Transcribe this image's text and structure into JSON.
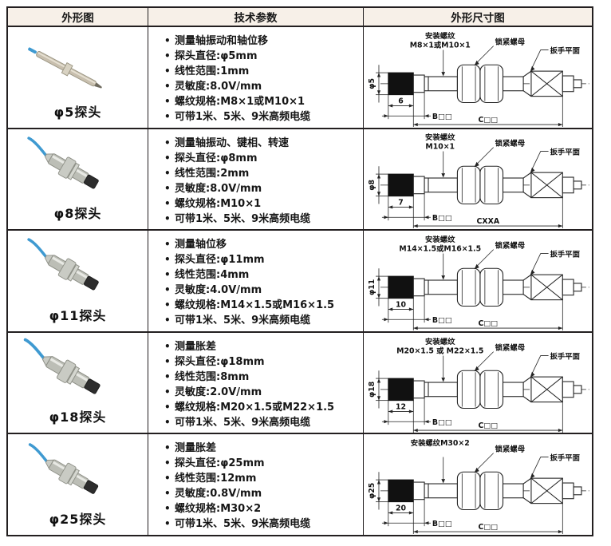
{
  "bullet": "•",
  "header": {
    "appearance": "外形图",
    "tech_params": "技术参数",
    "dimensions": "外形尺寸图"
  },
  "colors": {
    "header_bg": "#f7f0e8",
    "border": "#231f20",
    "cable_blue": "#3f9ad1",
    "text": "#161616"
  },
  "rows": [
    {
      "label": "φ5探头",
      "specs": [
        "测量轴振动和轴位移",
        "探头直径:φ5mm",
        "线性范围:1mm",
        "灵敏度:8.0V/mm",
        "螺纹规格:M8×1或M10×1",
        "可带1米、5米、9米高频电缆"
      ],
      "diagram": {
        "thread_label_line1": "安装螺纹",
        "thread_label_line2": "M8×1或M10×1",
        "locknut_label": "锁紧螺母",
        "wrench_label": "扳手平面",
        "diameter_label": "φ5",
        "tip_length": "6",
        "dim_b": "B□□",
        "dim_c": "C□□"
      }
    },
    {
      "label": "φ8探头",
      "specs": [
        "测量轴振动、键相、转速",
        "探头直径:φ8mm",
        "线性范围:2mm",
        "灵敏度:8.0V/mm",
        "螺纹规格:M10×1",
        "可带1米、5米、9米高频电缆"
      ],
      "diagram": {
        "thread_label_line1": "安装螺纹",
        "thread_label_line2": "M10×1",
        "locknut_label": "锁紧螺母",
        "wrench_label": "扳手平面",
        "diameter_label": "φ8",
        "tip_length": "7",
        "dim_b": "B□□",
        "dim_c": "CXXA"
      }
    },
    {
      "label": "φ11探头",
      "specs": [
        "测量轴位移",
        "探头直径:φ11mm",
        "线性范围:4mm",
        "灵敏度:4.0V/mm",
        "螺纹规格:M14×1.5或M16×1.5",
        "可带1米、5米、9米高频电缆"
      ],
      "diagram": {
        "thread_label_line1": "安装螺纹",
        "thread_label_line2": "M14×1.5或M16×1.5",
        "locknut_label": "锁紧螺母",
        "wrench_label": "扳手平面",
        "diameter_label": "φ11",
        "tip_length": "10",
        "dim_b": "B□□",
        "dim_c": "C□□"
      }
    },
    {
      "label": "φ18探头",
      "specs": [
        "测量胀差",
        "探头直径:φ18mm",
        "线性范围:8mm",
        "灵敏度:2.0V/mm",
        "螺纹规格:M20×1.5或M22×1.5",
        "可带1米、5米、9米高频电缆"
      ],
      "diagram": {
        "thread_label_line1": "安装螺纹",
        "thread_label_line2": "M20×1.5 或 M22×1.5",
        "locknut_label": "锁紧螺母",
        "wrench_label": "扳手平面",
        "diameter_label": "φ18",
        "tip_length": "12",
        "dim_b": "B□□",
        "dim_c": "C□□"
      }
    },
    {
      "label": "φ25探头",
      "specs": [
        "测量胀差",
        "探头直径:φ25mm",
        "线性范围:12mm",
        "灵敏度:0.8V/mm",
        "螺纹规格:M30×2",
        "可带1米、5米、9米高频电缆"
      ],
      "diagram": {
        "thread_label_line1": "安装螺纹M30×2",
        "thread_label_line2": "",
        "locknut_label": "锁紧螺母",
        "wrench_label": "扳手平面",
        "diameter_label": "φ25",
        "tip_length": "20",
        "dim_b": "B□□",
        "dim_c": "C□□"
      }
    }
  ]
}
